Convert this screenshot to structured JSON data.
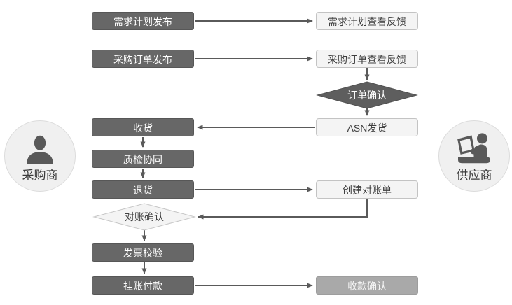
{
  "diagram_title": "procurement-supplier-collaboration-flow",
  "palette": {
    "dark_box": "#676767",
    "dark_box_border": "#575757",
    "light_box": "#f4f4f4",
    "light_box_border": "#c3c3c3",
    "mid_box": "#a9a9a9",
    "connector": "#5a5a5a",
    "dark_diamond": "#5e5e5e",
    "light_diamond": "#f4f4f4",
    "circle_fill": "#f0f0f0",
    "circle_border": "#dcdcdc",
    "icon_color": "#595959",
    "text_on_dark": "#ffffff",
    "text_on_light": "#3f3f3f"
  },
  "actors": {
    "buyer": {
      "label": "采购商",
      "icon": "person-icon"
    },
    "supplier": {
      "label": "供应商",
      "icon": "person-laptop-icon"
    }
  },
  "buyer_lane": {
    "demand_plan_publish": "需求计划发布",
    "purchase_order_publish": "采购订单发布",
    "receive_goods": "收货",
    "quality_inspection": "质检协同",
    "return_goods": "退货",
    "reconciliation_confirm": "对账确认",
    "invoice_verify": "发票校验",
    "payment_on_account": "挂账付款"
  },
  "supplier_lane": {
    "demand_plan_feedback": "需求计划查看反馈",
    "purchase_order_feedback": "采购订单查看反馈",
    "order_confirm": "订单确认",
    "asn_ship": "ASN发货",
    "create_statement": "创建对账单",
    "payment_receipt_confirm": "收款确认"
  },
  "edges": [
    {
      "from": "需求计划发布",
      "to": "需求计划查看反馈",
      "direction": "right"
    },
    {
      "from": "采购订单发布",
      "to": "采购订单查看反馈",
      "direction": "right"
    },
    {
      "from": "采购订单查看反馈",
      "to": "订单确认",
      "direction": "down"
    },
    {
      "from": "订单确认",
      "to": "ASN发货",
      "direction": "down"
    },
    {
      "from": "ASN发货",
      "to": "收货",
      "direction": "left"
    },
    {
      "from": "收货",
      "to": "质检协同",
      "direction": "down"
    },
    {
      "from": "质检协同",
      "to": "退货",
      "direction": "down"
    },
    {
      "from": "退货",
      "to": "创建对账单",
      "direction": "right"
    },
    {
      "from": "创建对账单",
      "to": "对账确认",
      "direction": "down-left"
    },
    {
      "from": "对账确认",
      "to": "发票校验",
      "direction": "down"
    },
    {
      "from": "发票校验",
      "to": "挂账付款",
      "direction": "down"
    },
    {
      "from": "挂账付款",
      "to": "收款确认",
      "direction": "right"
    }
  ]
}
